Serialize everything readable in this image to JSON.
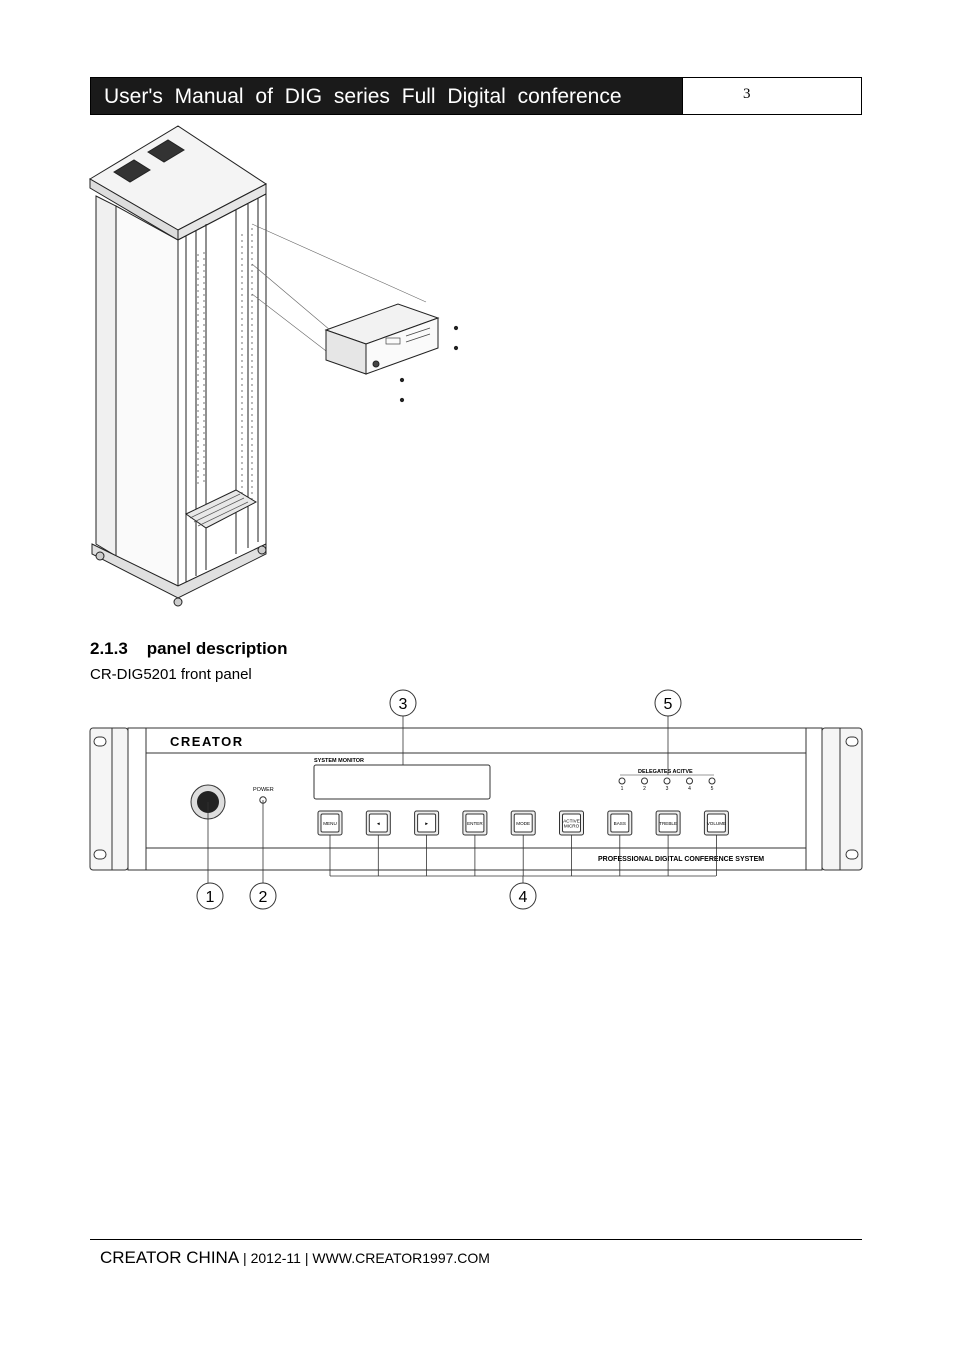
{
  "header": {
    "title": "User's Manual of DIG series Full Digital conference",
    "page_number": "3"
  },
  "section": {
    "heading": "2.1.3    panel description",
    "subheading": "CR-DIG5201 front panel"
  },
  "panel": {
    "brand": "CREATOR",
    "monitor_label": "SYSTEM MONITOR",
    "power_label": "POWER",
    "delegates_label": "DELEGATES ACITVE",
    "delegate_numbers": [
      "1",
      "2",
      "3",
      "4",
      "5"
    ],
    "bottom_text": "PROFESSIONAL DIGITAL CONFERENCE SYSTEM",
    "buttons": [
      "MENU",
      "◄",
      "►",
      "ENTER",
      "MODE",
      "ACTIVE MICRO",
      "BASS",
      "TREBLE",
      "VOLUME"
    ],
    "callouts": [
      "1",
      "2",
      "3",
      "4",
      "5"
    ]
  },
  "footer": {
    "company": "CREATOR CHINA",
    "sep1": " | ",
    "date": "2012-11",
    "sep2": " | ",
    "website": "WWW.CREATOR1997.COM"
  }
}
